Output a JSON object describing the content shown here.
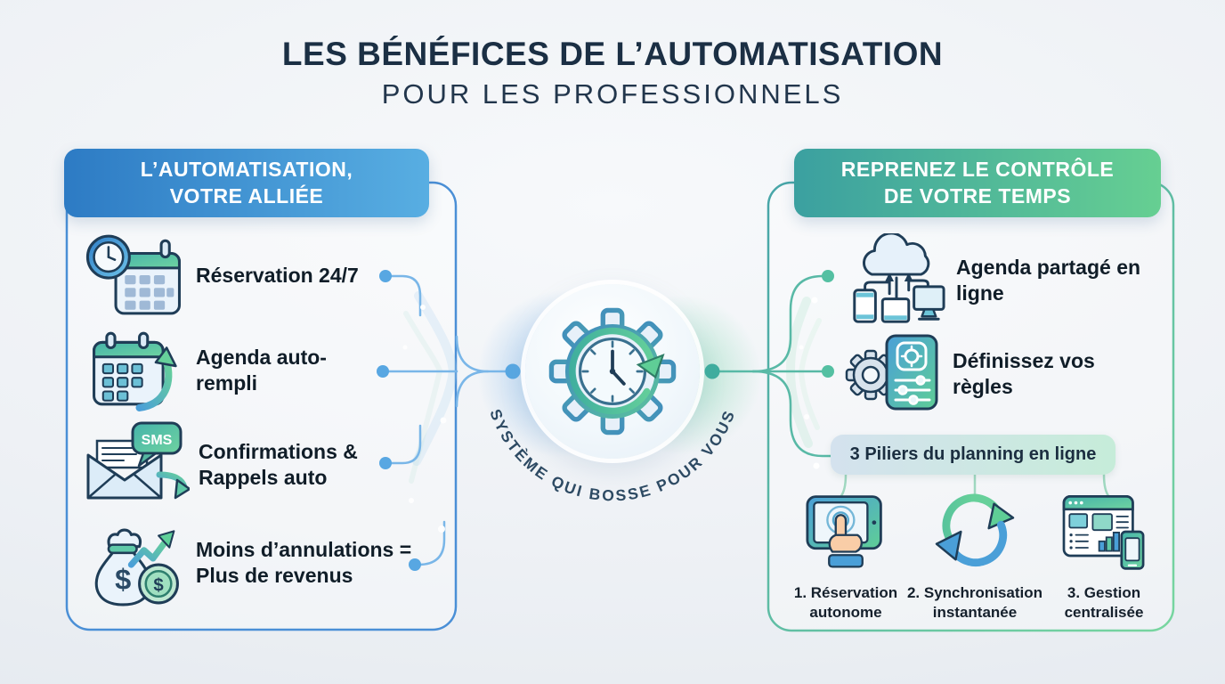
{
  "title": {
    "line1": "LES BÉNÉFICES DE L’AUTOMATISATION",
    "line2": "POUR LES PROFESSIONNELS"
  },
  "center_hub": {
    "caption": "SYSTÈME QUI BOSSE POUR VOUS",
    "icon": "gear-clock-icon"
  },
  "left_panel": {
    "header_lines": [
      "L’AUTOMATISATION,",
      "VOTRE ALLIÉE"
    ],
    "items": [
      {
        "icon": "clock-calendar-icon",
        "label": "Réservation 24/7"
      },
      {
        "icon": "calendar-autofill-icon",
        "label": "Agenda auto-rempli"
      },
      {
        "icon": "envelope-sms-icon",
        "icon_text": "SMS",
        "label": "Confirmations & Rappels auto"
      },
      {
        "icon": "moneybag-growth-icon",
        "bag_symbol": "$",
        "coin_symbol": "$",
        "label": "Moins d’annulations = Plus de revenus"
      }
    ]
  },
  "right_panel": {
    "header_lines": [
      "REPRENEZ LE CONTRÔLE",
      "DE VOTRE TEMPS"
    ],
    "items": [
      {
        "icon": "cloud-devices-icon",
        "label": "Agenda partagé en ligne"
      },
      {
        "icon": "gear-rules-icon",
        "label": "Définissez vos règles"
      }
    ],
    "pillars": {
      "title": "3 Piliers du planning en ligne",
      "items": [
        {
          "icon": "tablet-touch-icon",
          "label": "1. Réservation autonome"
        },
        {
          "icon": "sync-arrows-icon",
          "label": "2. Synchronisation instantanée"
        },
        {
          "icon": "dashboard-mobile-icon",
          "label": "3. Gestion centralisée"
        }
      ]
    }
  },
  "colors": {
    "title_navy": "#1b2f44",
    "blue_header_start": "#2d7bc4",
    "blue_header_end": "#58aee2",
    "teal_header_start": "#3ba0a0",
    "teal_header_end": "#66cf92",
    "left_panel_border": "#4a8fd6",
    "right_panel_border": "#5fc49c",
    "connector_blue": "#58a7e2",
    "connector_teal": "#52b9a4",
    "text_dark": "#101d28"
  }
}
